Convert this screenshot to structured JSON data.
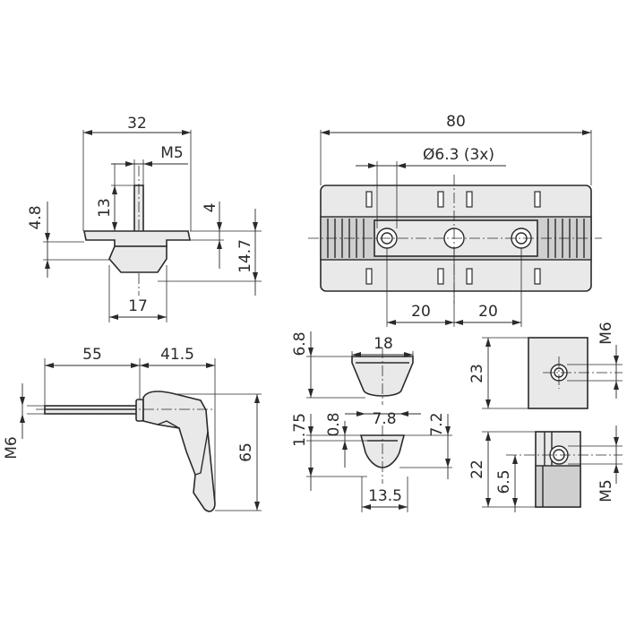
{
  "dimensions": {
    "nut_width": "32",
    "nut_thread": "M5",
    "nut_height": "13",
    "nut_flange": "4.8",
    "nut_step": "4",
    "nut_total": "14.7",
    "nut_base": "17",
    "plate_length": "80",
    "plate_holes": "Ø6.3 (3x)",
    "plate_pitch_left": "20",
    "plate_pitch_right": "20",
    "lever_shaft": "55",
    "lever_head": "41.5",
    "lever_thread": "M6",
    "lever_height": "65",
    "block_top_height": "6.8",
    "block_top_width": "18",
    "block_low_height": "1.75",
    "block_low_small": "0.8",
    "block_low_top": "7.8",
    "block_low_right": "7.2",
    "block_low_width": "13.5",
    "insert_height": "23",
    "insert_thread": "M6",
    "insert2_height": "22",
    "insert2_offset": "6.5",
    "insert2_thread": "M5"
  }
}
